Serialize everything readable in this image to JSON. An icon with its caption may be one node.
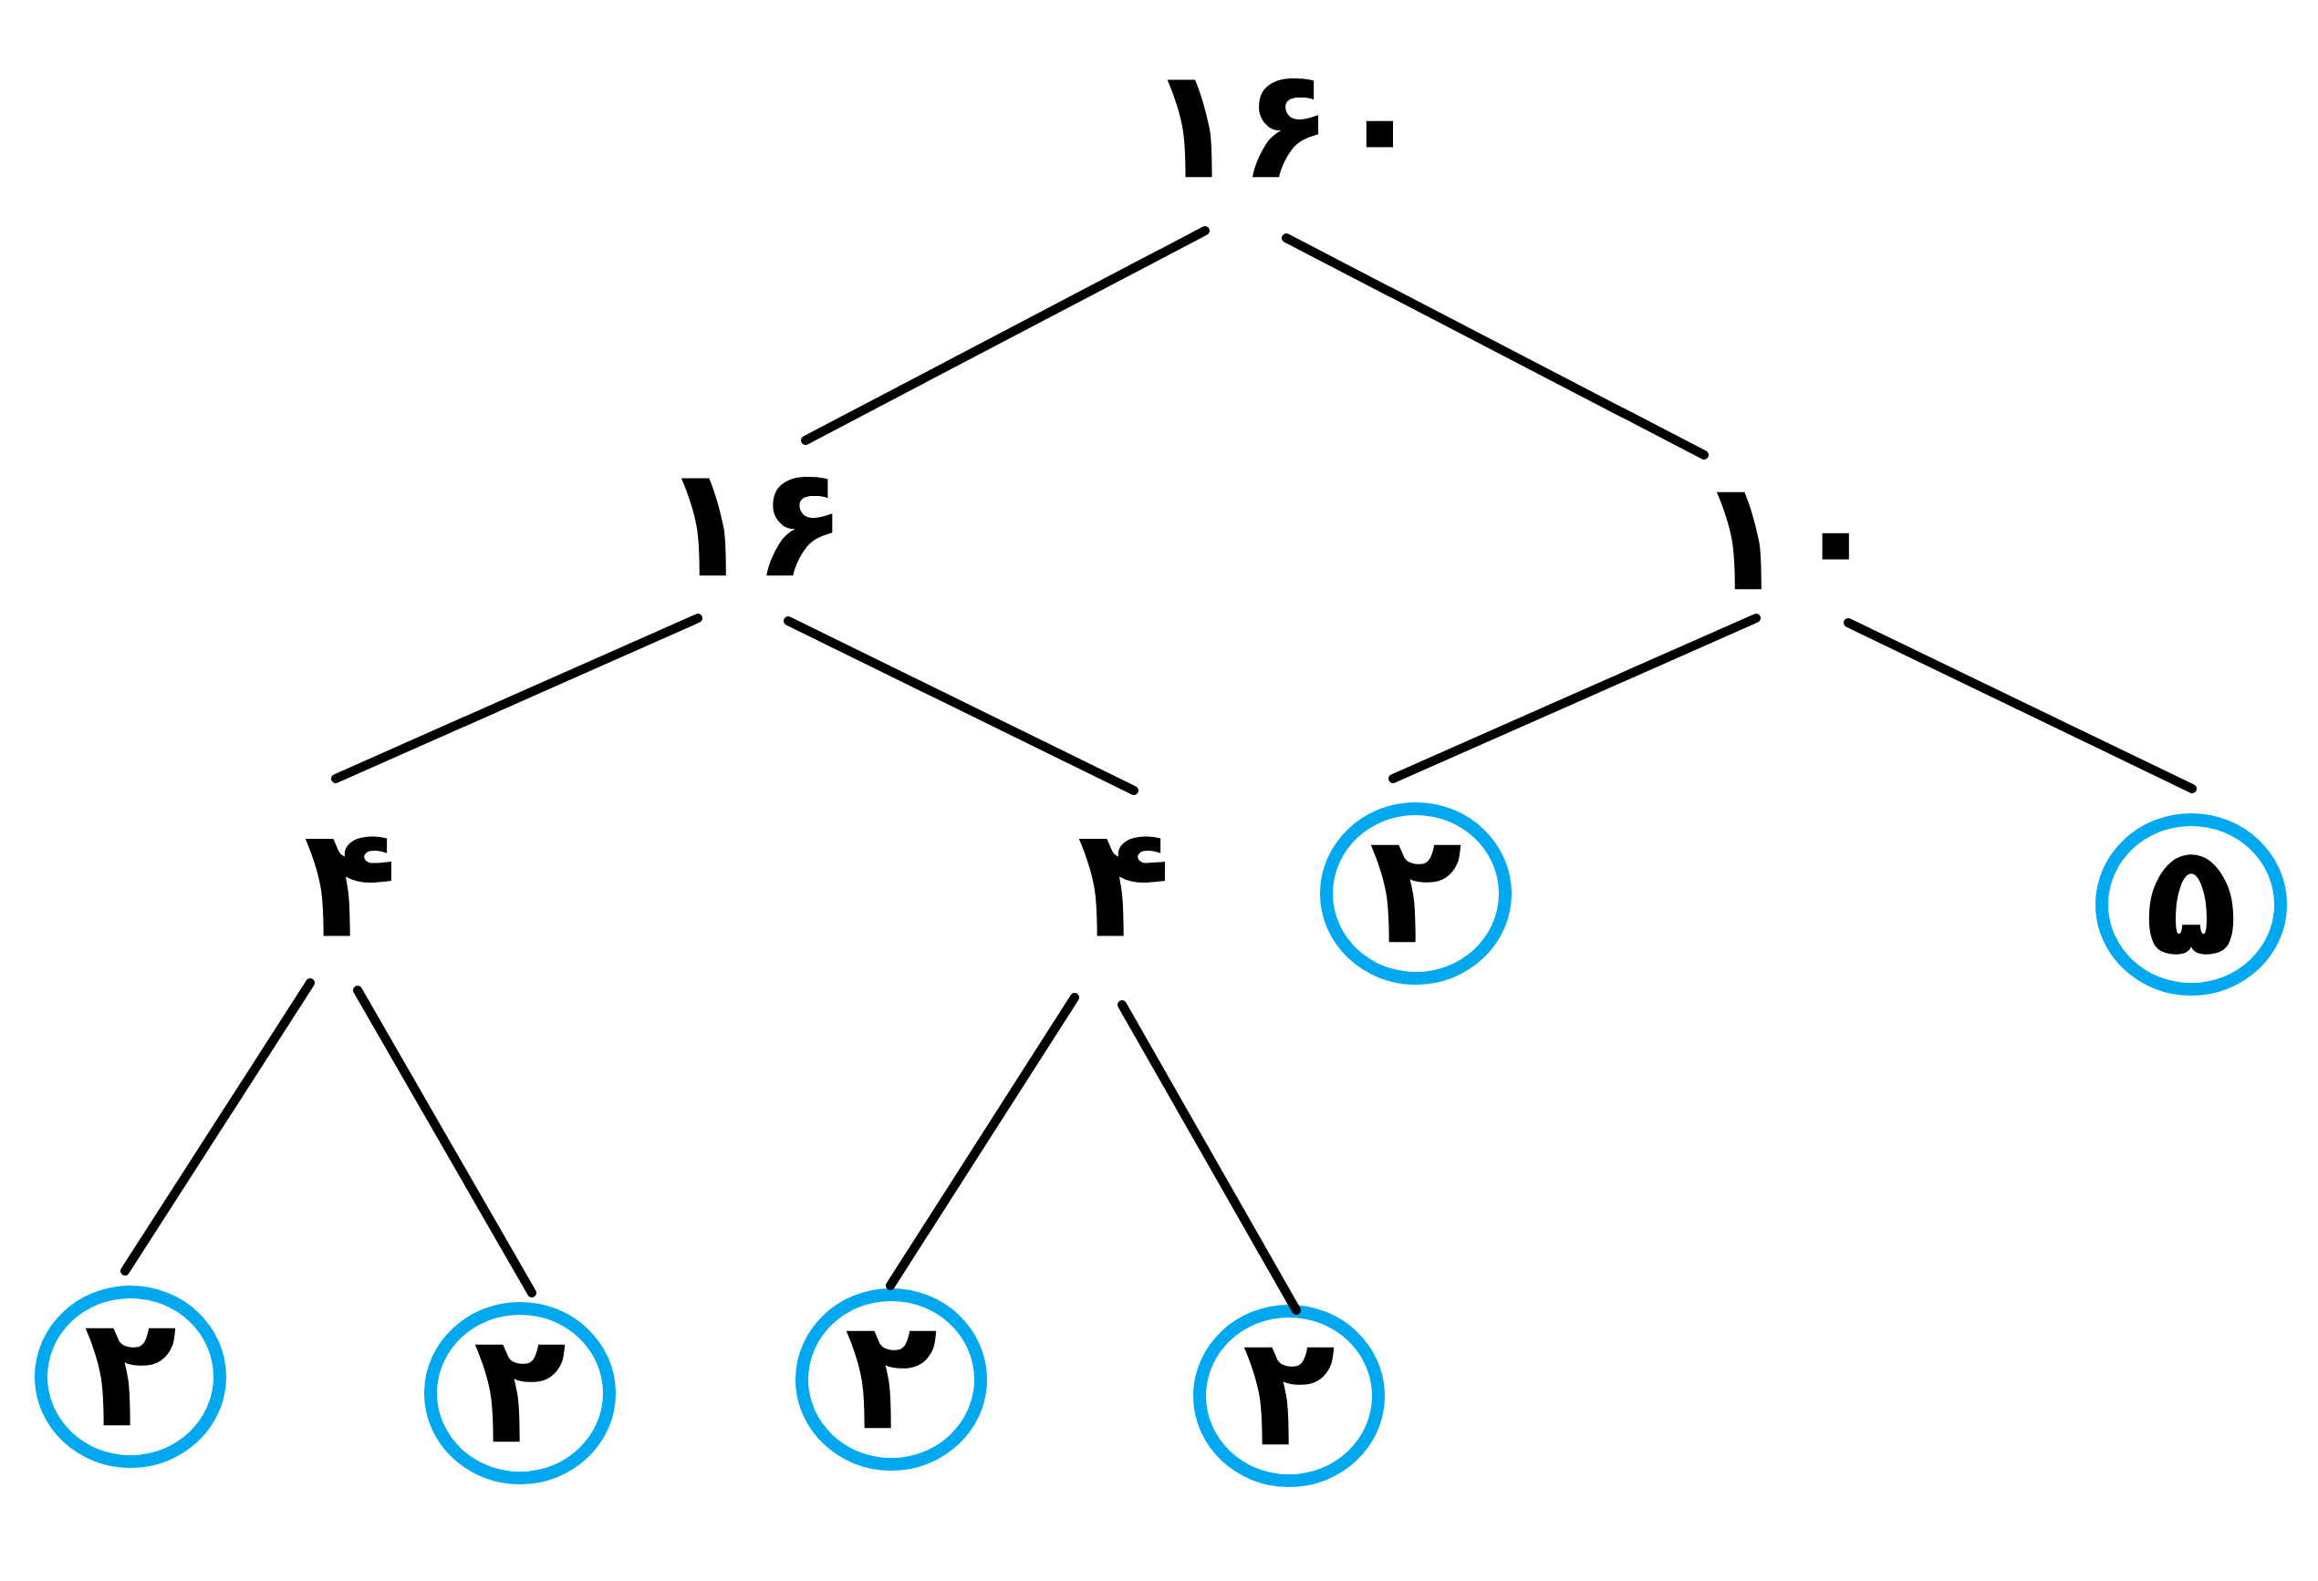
{
  "diagram": {
    "nodes": [
      {
        "text": [
          "۱۶۰"
        ]
      },
      {
        "text": [
          "۱۶"
        ]
      },
      {
        "text": [
          "۱۰"
        ]
      },
      {
        "text": [
          "۴"
        ]
      },
      {
        "text": [
          "۴"
        ]
      },
      {
        "text": [
          "۲"
        ]
      },
      {
        "text": [
          "۵"
        ]
      },
      {
        "text": [
          "۲"
        ]
      },
      {
        "text": [
          "۲"
        ]
      },
      {
        "text": [
          "۲"
        ]
      },
      {
        "text": [
          "۲"
        ]
      }
    ],
    "edges": [
      {
        "from": 0,
        "to": 1,
        "arrow": "none"
      },
      {
        "from": 0,
        "to": 2,
        "arrow": "none"
      },
      {
        "from": 1,
        "to": 3,
        "arrow": "none"
      },
      {
        "from": 1,
        "to": 4,
        "arrow": "none"
      },
      {
        "from": 2,
        "to": 5,
        "arrow": "none"
      },
      {
        "from": 2,
        "to": 6,
        "arrow": "none"
      },
      {
        "from": 3,
        "to": 7,
        "arrow": "none"
      },
      {
        "from": 3,
        "to": 8,
        "arrow": "none"
      },
      {
        "from": 4,
        "to": 9,
        "arrow": "none"
      },
      {
        "from": 4,
        "to": 10,
        "arrow": "none"
      }
    ]
  }
}
